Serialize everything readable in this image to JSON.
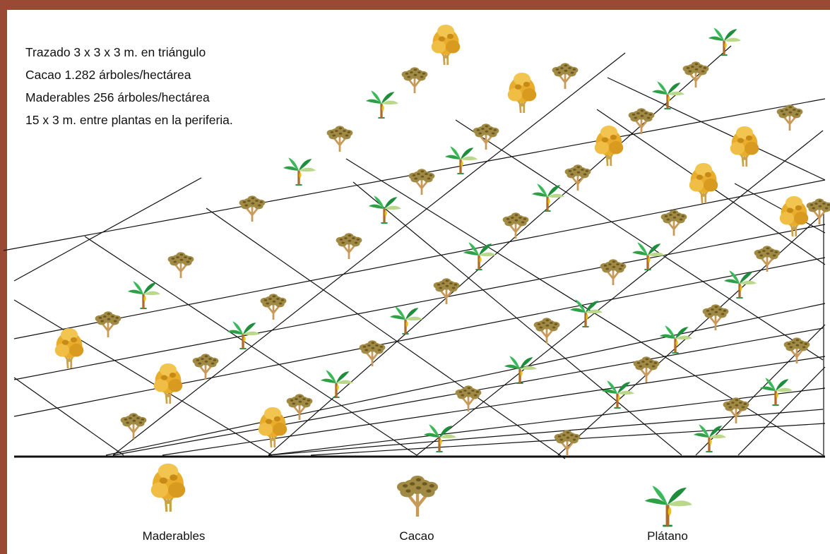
{
  "colors": {
    "frame": "#9a4a34",
    "grid_line": "#111111",
    "maderables_foliage": "#e9ad2c",
    "cacao_foliage": "#a08a44",
    "platano_leaf": "#2ea046"
  },
  "info": {
    "lines": [
      "Trazado 3 x 3 x 3 m. en triángulo",
      "Cacao 1.282 árboles/hectárea",
      "Maderables 256 árboles/hectárea",
      "15 x 3 m. entre plantas en la periferia."
    ]
  },
  "legend": {
    "items": [
      {
        "label": "Maderables",
        "icon": "maderable-tree-icon"
      },
      {
        "label": "Cacao",
        "icon": "cacao-tree-icon"
      },
      {
        "label": "Plátano",
        "icon": "platano-plant-icon"
      }
    ]
  }
}
